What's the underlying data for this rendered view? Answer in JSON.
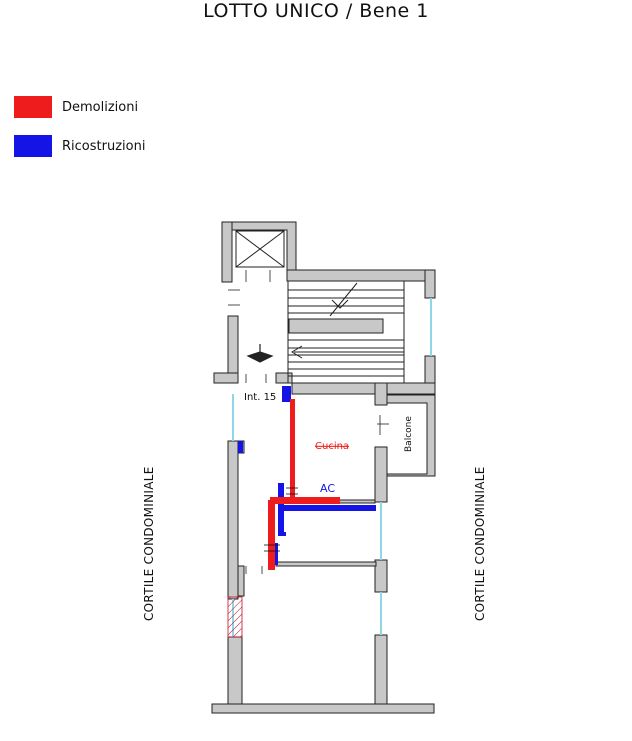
{
  "title": "LOTTO UNICO / Bene 1",
  "legend": [
    {
      "label": "Demolizioni",
      "color": "#ee1c1c"
    },
    {
      "label": "Ricostruzioni",
      "color": "#1414e6"
    }
  ],
  "side_labels": {
    "left": "CORTILE CONDOMINIALE",
    "right": "CORTILE CONDOMINIALE"
  },
  "rooms": {
    "entrance": "Int. 15",
    "kitchen": "Cucina",
    "closet": "AC",
    "balcony": "Balcone"
  },
  "colors": {
    "wall": "#c8c8c8",
    "wall_stroke": "#222222",
    "window": "#8fd6e8",
    "hatch": "#c0102a"
  }
}
